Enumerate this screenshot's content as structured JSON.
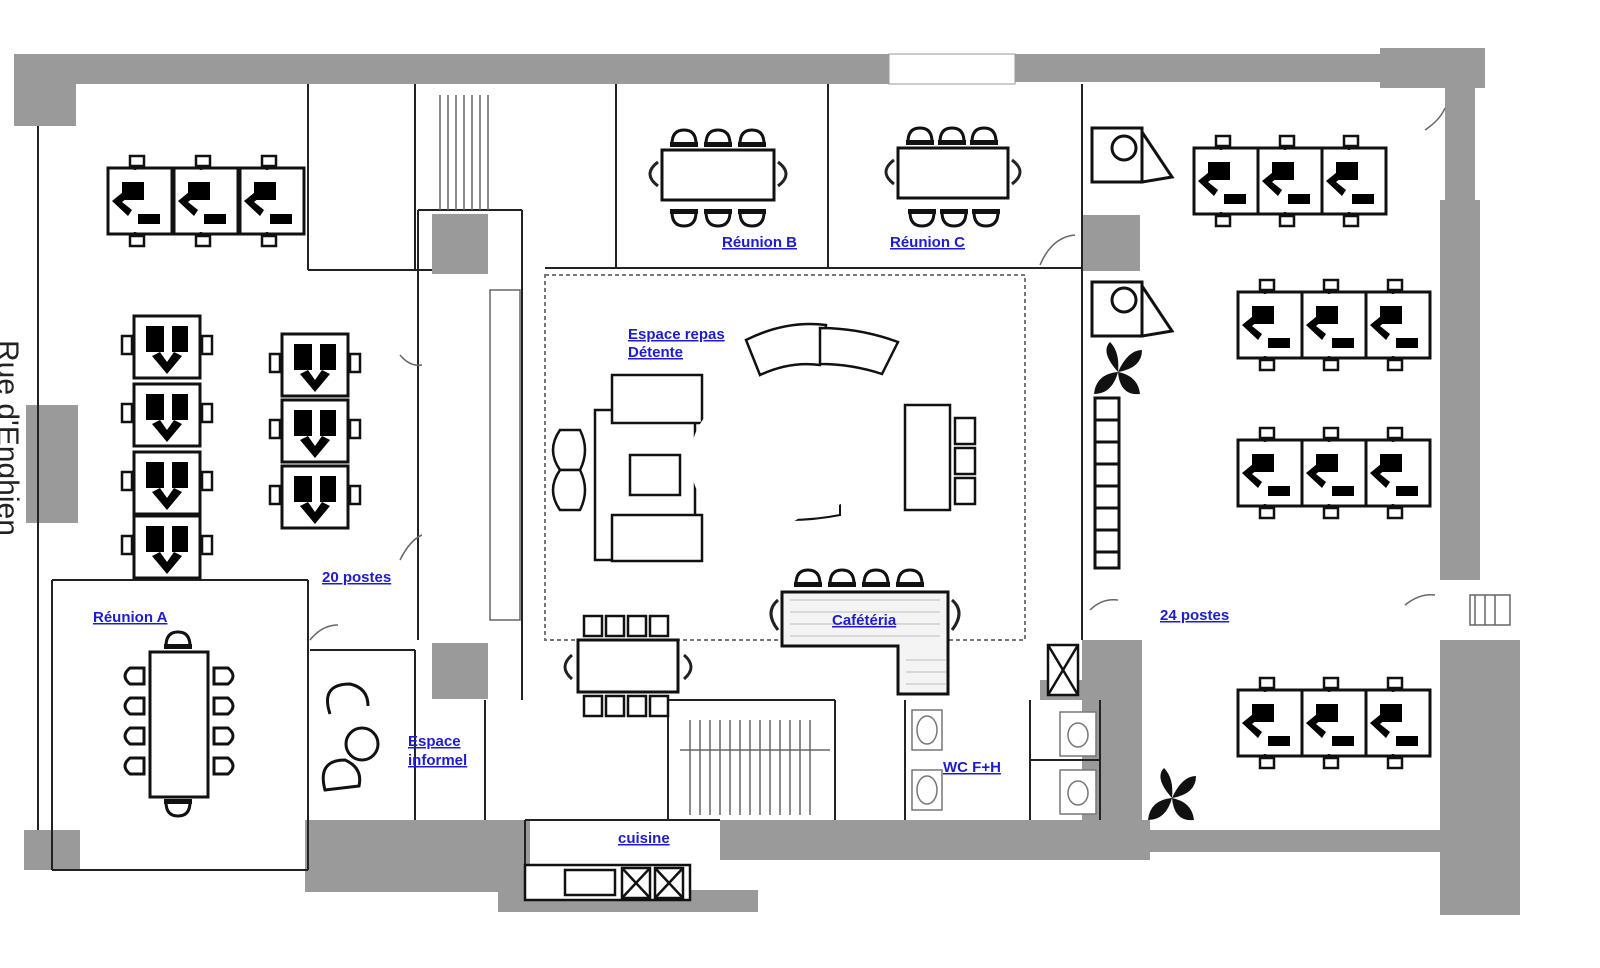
{
  "plan": {
    "street_name": "Rue d'Enghien",
    "rooms": {
      "reunion_a": "Réunion A",
      "reunion_b": "Réunion B",
      "reunion_c": "Réunion C",
      "postes_20": "20 postes",
      "postes_24": "24 postes",
      "espace_repas_line1": "Espace repas",
      "espace_repas_line2": "Détente",
      "cafeteria": "Cafétéria",
      "espace_informel_line1": "Espace",
      "espace_informel_line2": "informel",
      "cuisine": "cuisine",
      "wc": "WC F+H"
    }
  },
  "colors": {
    "wall": "#9a9a9a",
    "label": "#1d1dcc",
    "furniture": "#000000"
  }
}
